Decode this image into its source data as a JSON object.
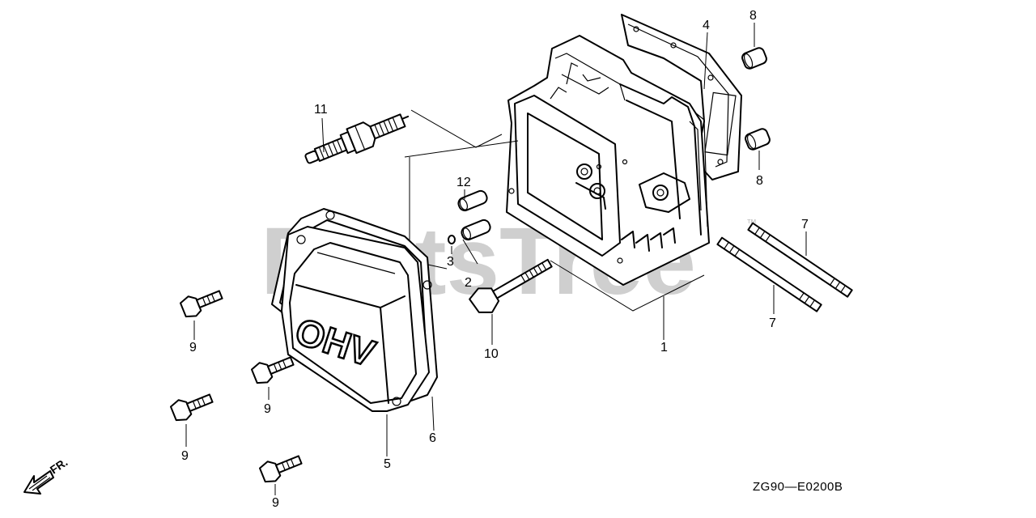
{
  "watermark": {
    "text": "PartsTree",
    "trademark": "™"
  },
  "diagram_code": "ZG90—E0200B",
  "direction_indicator": "FR.",
  "cover_embossing": "OHV",
  "callouts": {
    "c1": "1",
    "c2": "2",
    "c3": "3",
    "c4": "4",
    "c5": "5",
    "c6": "6",
    "c7a": "7",
    "c7b": "7",
    "c8a": "8",
    "c8b": "8",
    "c9a": "9",
    "c9b": "9",
    "c9c": "9",
    "c9d": "9",
    "c10": "10",
    "c11": "11",
    "c12": "12"
  }
}
